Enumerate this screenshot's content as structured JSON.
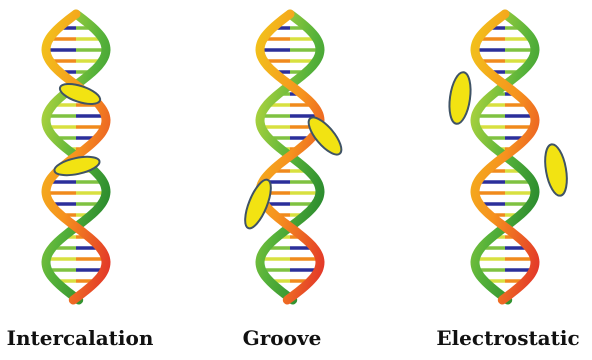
{
  "panels": [
    {
      "label": "Intercalation",
      "mode": "intercalation"
    },
    {
      "label": "Groove",
      "mode": "groove"
    },
    {
      "label": "Electrostatic",
      "mode": "electrostatic"
    }
  ],
  "colors": {
    "strand_a": [
      "#e2342a",
      "#f6921e",
      "#f2c21b"
    ],
    "strand_b": [
      "#1a7c2a",
      "#57b33a",
      "#c6dc3f"
    ],
    "base_pair_colors": [
      "#2b2f9a",
      "#f08a1c",
      "#d8e040",
      "#7fc241",
      "#ffffff"
    ],
    "ligand_fill": "#f2e312",
    "ligand_stroke": "#3f5366"
  }
}
